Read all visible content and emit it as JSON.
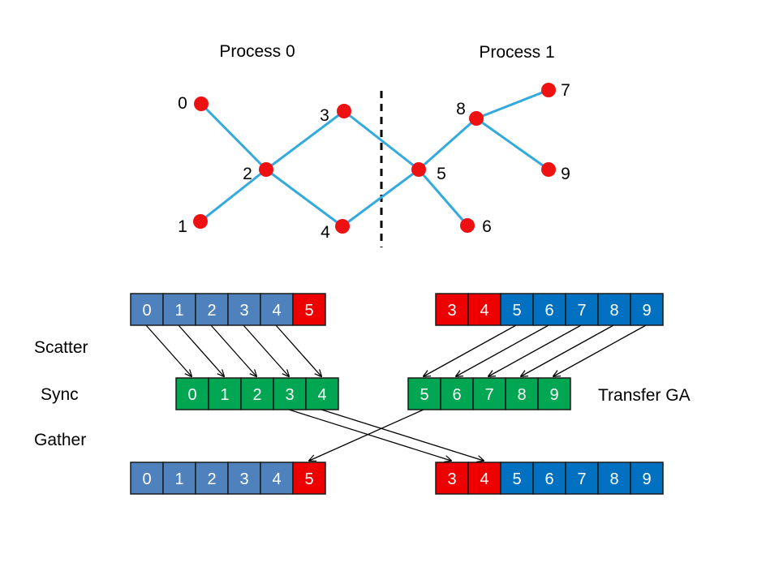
{
  "titles": {
    "process0": "Process 0",
    "process1": "Process 1"
  },
  "colors": {
    "edge": "#33aadd",
    "node": "#ee1111",
    "divider": "#000000",
    "cell_ghost": "#ee0000",
    "cell_p0": "#4f81bd",
    "cell_p1": "#0070c0",
    "cell_sync": "#00a651",
    "arrow": "#000000"
  },
  "graph": {
    "nodes": [
      {
        "id": "0",
        "label": "0"
      },
      {
        "id": "1",
        "label": "1"
      },
      {
        "id": "2",
        "label": "2"
      },
      {
        "id": "3",
        "label": "3"
      },
      {
        "id": "4",
        "label": "4"
      },
      {
        "id": "5",
        "label": "5"
      },
      {
        "id": "6",
        "label": "6"
      },
      {
        "id": "7",
        "label": "7"
      },
      {
        "id": "8",
        "label": "8"
      },
      {
        "id": "9",
        "label": "9"
      }
    ],
    "edges": [
      [
        "0",
        "2"
      ],
      [
        "1",
        "2"
      ],
      [
        "2",
        "3"
      ],
      [
        "2",
        "4"
      ],
      [
        "3",
        "5"
      ],
      [
        "4",
        "5"
      ],
      [
        "5",
        "6"
      ],
      [
        "5",
        "8"
      ],
      [
        "8",
        "7"
      ],
      [
        "8",
        "9"
      ]
    ]
  },
  "steps": {
    "scatter": "Scatter",
    "sync": "Sync",
    "gather": "Gather",
    "transfer": "Transfer GA"
  },
  "arrays": {
    "p0_top": [
      {
        "v": "0",
        "kind": "p0"
      },
      {
        "v": "1",
        "kind": "p0"
      },
      {
        "v": "2",
        "kind": "p0"
      },
      {
        "v": "3",
        "kind": "p0"
      },
      {
        "v": "4",
        "kind": "p0"
      },
      {
        "v": "5",
        "kind": "ghost"
      }
    ],
    "p1_top": [
      {
        "v": "3",
        "kind": "ghost"
      },
      {
        "v": "4",
        "kind": "ghost"
      },
      {
        "v": "5",
        "kind": "p1"
      },
      {
        "v": "6",
        "kind": "p1"
      },
      {
        "v": "7",
        "kind": "p1"
      },
      {
        "v": "8",
        "kind": "p1"
      },
      {
        "v": "9",
        "kind": "p1"
      }
    ],
    "p0_sync": [
      {
        "v": "0",
        "kind": "sync"
      },
      {
        "v": "1",
        "kind": "sync"
      },
      {
        "v": "2",
        "kind": "sync"
      },
      {
        "v": "3",
        "kind": "sync"
      },
      {
        "v": "4",
        "kind": "sync"
      }
    ],
    "p1_sync": [
      {
        "v": "5",
        "kind": "sync"
      },
      {
        "v": "6",
        "kind": "sync"
      },
      {
        "v": "7",
        "kind": "sync"
      },
      {
        "v": "8",
        "kind": "sync"
      },
      {
        "v": "9",
        "kind": "sync"
      }
    ],
    "p0_bottom": [
      {
        "v": "0",
        "kind": "p0"
      },
      {
        "v": "1",
        "kind": "p0"
      },
      {
        "v": "2",
        "kind": "p0"
      },
      {
        "v": "3",
        "kind": "p0"
      },
      {
        "v": "4",
        "kind": "p0"
      },
      {
        "v": "5",
        "kind": "ghost"
      }
    ],
    "p1_bottom": [
      {
        "v": "3",
        "kind": "ghost"
      },
      {
        "v": "4",
        "kind": "ghost"
      },
      {
        "v": "5",
        "kind": "p1"
      },
      {
        "v": "6",
        "kind": "p1"
      },
      {
        "v": "7",
        "kind": "p1"
      },
      {
        "v": "8",
        "kind": "p1"
      },
      {
        "v": "9",
        "kind": "p1"
      }
    ]
  }
}
